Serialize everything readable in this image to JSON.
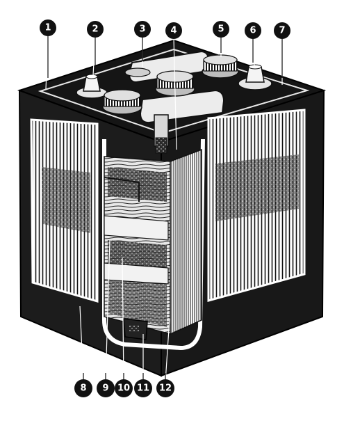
{
  "figure": {
    "subject": "battery-cutaway-engraving",
    "colors": {
      "ink": "#111111",
      "paper": "#ffffff",
      "mid": "#8c8c8c"
    }
  },
  "callouts": [
    {
      "label": "1"
    },
    {
      "label": "2"
    },
    {
      "label": "3"
    },
    {
      "label": "4"
    },
    {
      "label": "5"
    },
    {
      "label": "6"
    },
    {
      "label": "7"
    },
    {
      "label": "8"
    },
    {
      "label": "9"
    },
    {
      "label": "10"
    },
    {
      "label": "11"
    },
    {
      "label": "12"
    }
  ]
}
